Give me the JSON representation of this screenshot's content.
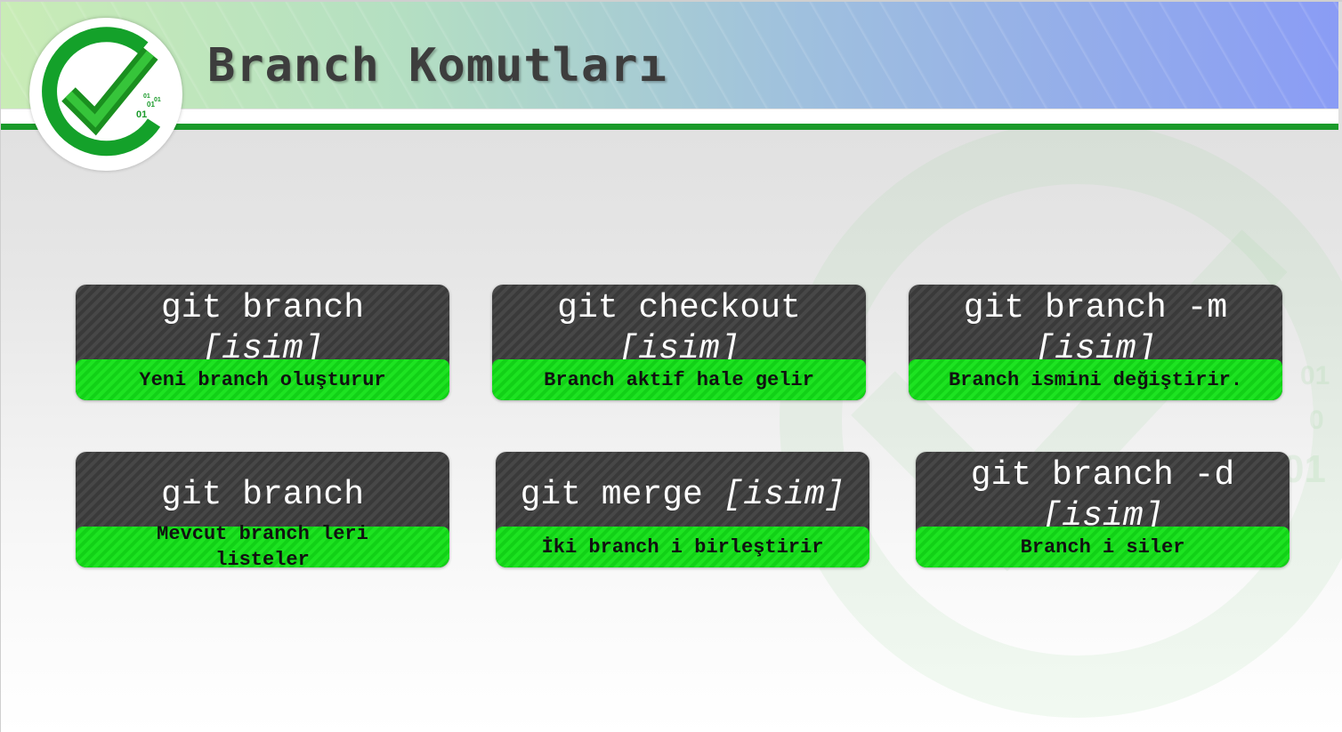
{
  "header": {
    "title": "Branch Komutları",
    "logo_digits": [
      "01",
      "01",
      "01",
      "01"
    ]
  },
  "watermark_digits": [
    "01",
    "0",
    "01"
  ],
  "colors": {
    "header_green_line": "#1a9a2a",
    "card_dark": "#3f3f3f",
    "card_accent_green": "#19e01d",
    "title_text": "#3d3d3d"
  },
  "cards": [
    {
      "command": "git branch",
      "argument": "[isim]",
      "description": "Yeni branch oluşturur"
    },
    {
      "command": "git checkout",
      "argument": "[isim]",
      "description": "Branch aktif hale gelir"
    },
    {
      "command": "git branch -m",
      "argument": "[isim]",
      "description": "Branch ismini değiştirir."
    },
    {
      "command": "git branch",
      "argument": "",
      "description": "Mevcut branch leri listeler"
    },
    {
      "command": "git merge",
      "argument": "[isim]",
      "description": "İki branch i birleştirir"
    },
    {
      "command": "git branch -d",
      "argument": "[isim]",
      "description": "Branch i siler"
    }
  ]
}
